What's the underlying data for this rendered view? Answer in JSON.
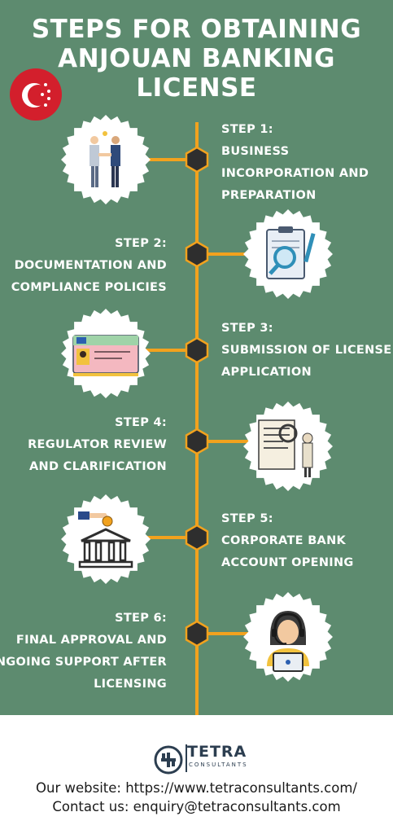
{
  "title_lines": [
    "STEPS FOR OBTAINING",
    "ANJOUAN BANKING",
    "LICENSE"
  ],
  "colors": {
    "background": "#5d8b6f",
    "accent": "#f2a21e",
    "node": "#2e2e2e",
    "flag_red": "#d31f2c"
  },
  "steps": [
    {
      "heading": "STEP 1:",
      "lines": [
        "BUSINESS",
        "INCORPORATION AND",
        "PREPARATION"
      ],
      "icon": "handshake-icon"
    },
    {
      "heading": "STEP 2:",
      "lines": [
        "DOCUMENTATION AND",
        "COMPLIANCE POLICIES"
      ],
      "icon": "document-magnifier-icon"
    },
    {
      "heading": "STEP 3:",
      "lines": [
        "SUBMISSION OF LICENSE",
        "APPLICATION"
      ],
      "icon": "id-card-icon"
    },
    {
      "heading": "STEP 4:",
      "lines": [
        "REGULATOR REVIEW",
        "AND CLARIFICATION"
      ],
      "icon": "reviewer-document-icon"
    },
    {
      "heading": "STEP 5:",
      "lines": [
        "CORPORATE BANK",
        "ACCOUNT OPENING"
      ],
      "icon": "bank-deposit-icon"
    },
    {
      "heading": "STEP 6:",
      "lines": [
        "FINAL APPROVAL AND",
        "ONGOING SUPPORT AFTER",
        "LICENSING"
      ],
      "icon": "support-agent-icon"
    }
  ],
  "footer": {
    "logo_name": "TETRA",
    "logo_sub": "CONSULTANTS",
    "website": "Our website: https://www.tetraconsultants.com/",
    "contact": "Contact us: enquiry@tetraconsultants.com"
  }
}
